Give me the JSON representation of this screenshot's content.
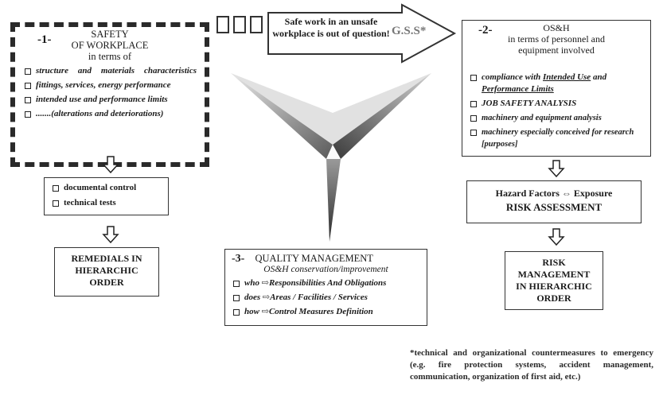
{
  "box1": {
    "number": "-1-",
    "title_line1": "SAFETY",
    "title_line2": "OF WORKPLACE",
    "subtitle": "in terms of",
    "items": [
      "structure and materials characteristics",
      "fittings, services, energy performance",
      "intended use and performance limits",
      ".......(alterations and deteriorations)"
    ]
  },
  "top_arrow": {
    "text": "Safe work in an unsafe workplace is out of question!",
    "gss": "G.S.S*"
  },
  "box2": {
    "number": "-2-",
    "title": "OS&H",
    "subtitle_line1": "in terms of personnel and",
    "subtitle_line2": "equipment involved",
    "item1_prefix": "compliance with ",
    "item1_u1": "Intended Use",
    "item1_mid": " and ",
    "item1_u2": "Performance Limits",
    "item2": "JOB SAFETY ANALYSIS",
    "item3": "machinery and equipment analysis",
    "item4": "machinery especially conceived for research [purposes]"
  },
  "controls": {
    "items": [
      "documental control",
      "technical tests"
    ]
  },
  "remedials": {
    "text": "REMEDIALS IN HIERARCHIC ORDER"
  },
  "hazard": {
    "line1_a": "Hazard Factors",
    "line1_arrow": "⇔",
    "line1_b": "Exposure",
    "line2": "RISK ASSESSMENT"
  },
  "risk_mgmt": {
    "text": "RISK MANAGEMENT IN HIERARCHIC ORDER"
  },
  "box3": {
    "number": "-3-",
    "title": "QUALITY MANAGEMENT",
    "subtitle": "OS&H conservation/improvement",
    "rows": [
      {
        "k": "who",
        "v": "Responsibilities And Obligations"
      },
      {
        "k": "does",
        "v": "Areas / Facilities / Services"
      },
      {
        "k": "how",
        "v": "Control Measures Definition"
      }
    ],
    "arrow": "⇨"
  },
  "footnote": "*technical and organizational countermeasures to emergency (e.g. fire protection systems, accident management, communication, organization of first aid, etc.)"
}
